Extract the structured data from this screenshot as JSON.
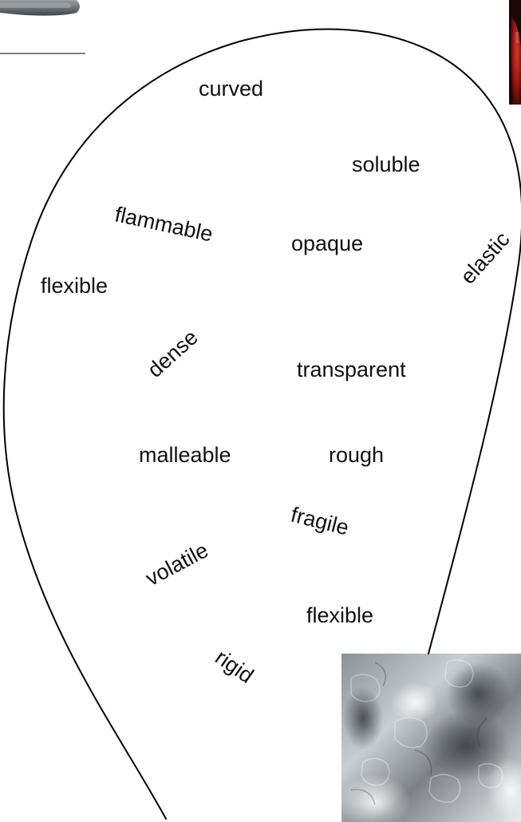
{
  "words": {
    "curved": "curved",
    "soluble": "soluble",
    "flammable": "flammable",
    "opaque": "opaque",
    "elastic": "elastic",
    "flexible_1": "flexible",
    "dense": "dense",
    "transparent": "transparent",
    "malleable": "malleable",
    "rough": "rough",
    "fragile": "fragile",
    "volatile": "volatile",
    "flexible_2": "flexible",
    "rigid": "rigid"
  },
  "colors": {
    "outline": "#000000",
    "text": "#111111",
    "background": "#ffffff",
    "photo_red": "#9a1a1a",
    "glass_light": "#d9dde0",
    "glass_dark": "#6a6e72"
  },
  "images": {
    "top_left": "tool-handle-photo",
    "top_right": "red-object-photo",
    "bottom_right": "textured-glass-photo"
  }
}
